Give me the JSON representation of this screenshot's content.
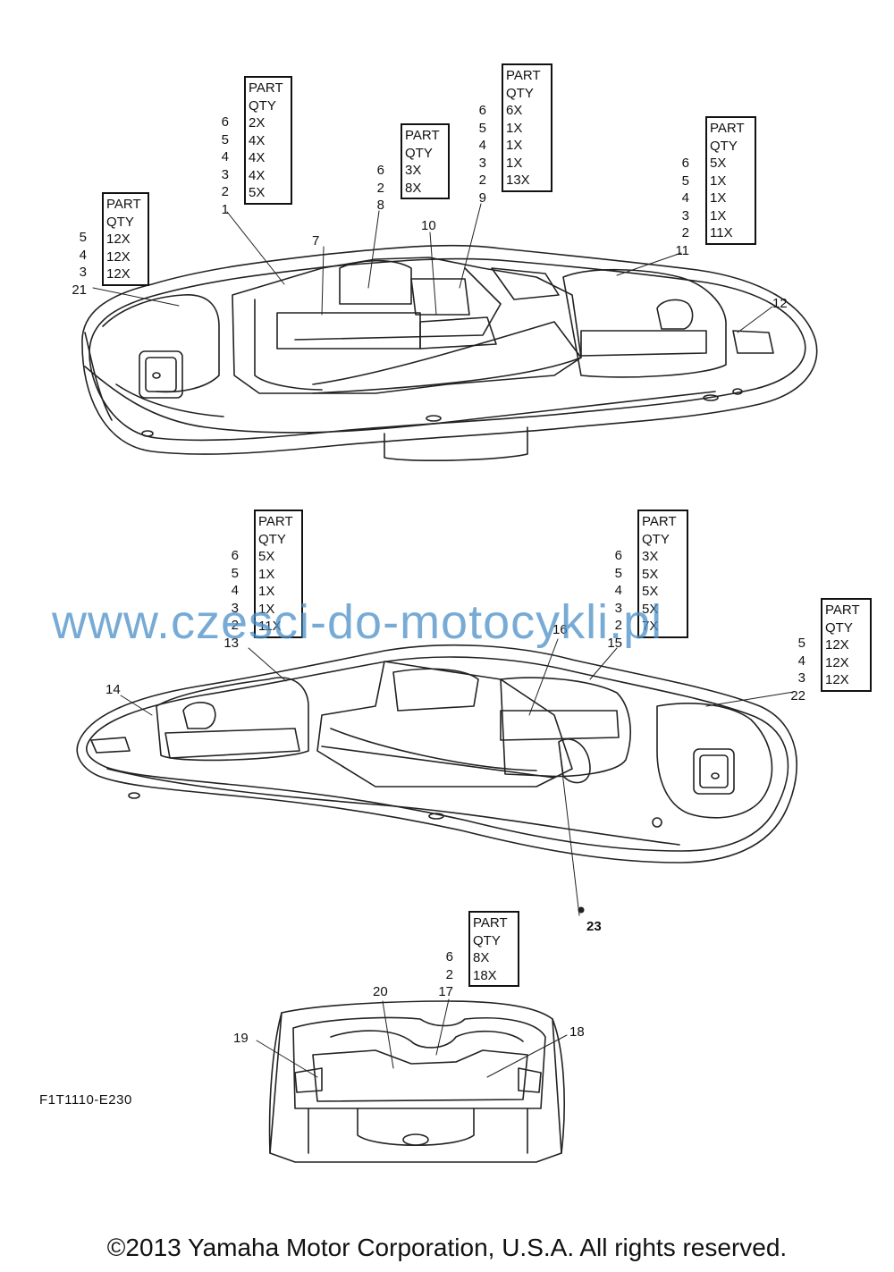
{
  "figure_code": "F1T1110-E230",
  "watermark": "www.czesci-do-motocykli.pl",
  "copyright": "©2013 Yamaha Motor Corporation, U.S.A. All rights reserved.",
  "tables": [
    {
      "id": "t1",
      "header": [
        "PART",
        "QTY"
      ],
      "parts": [
        "5",
        "4",
        "3"
      ],
      "qty": [
        "12X",
        "12X",
        "12X"
      ],
      "callout": "21"
    },
    {
      "id": "t2",
      "header": [
        "PART",
        "QTY"
      ],
      "parts": [
        "6",
        "5",
        "4",
        "3",
        "2"
      ],
      "qty": [
        "2X",
        "4X",
        "4X",
        "4X",
        "5X"
      ],
      "callout": "1"
    },
    {
      "id": "t3",
      "header": [
        "PART",
        "QTY"
      ],
      "parts": [
        "6",
        "2"
      ],
      "qty": [
        "3X",
        "8X"
      ],
      "callout": "8"
    },
    {
      "id": "t4",
      "header": [
        "PART",
        "QTY"
      ],
      "parts": [
        "6",
        "5",
        "4",
        "3",
        "2"
      ],
      "qty": [
        "6X",
        "1X",
        "1X",
        "1X",
        "13X"
      ],
      "callout": "9"
    },
    {
      "id": "t5",
      "header": [
        "PART",
        "QTY"
      ],
      "parts": [
        "6",
        "5",
        "4",
        "3",
        "2"
      ],
      "qty": [
        "5X",
        "1X",
        "1X",
        "1X",
        "11X"
      ],
      "callout": "11"
    },
    {
      "id": "t6",
      "header": [
        "PART",
        "QTY"
      ],
      "parts": [
        "6",
        "5",
        "4",
        "3",
        "2"
      ],
      "qty": [
        "5X",
        "1X",
        "1X",
        "1X",
        "11X"
      ],
      "callout": "13"
    },
    {
      "id": "t7",
      "header": [
        "PART",
        "QTY"
      ],
      "parts": [
        "6",
        "5",
        "4",
        "3",
        "2"
      ],
      "qty": [
        "3X",
        "5X",
        "5X",
        "5X",
        "7X"
      ],
      "callout": "15"
    },
    {
      "id": "t8",
      "header": [
        "PART",
        "QTY"
      ],
      "parts": [
        "5",
        "4",
        "3"
      ],
      "qty": [
        "12X",
        "12X",
        "12X"
      ],
      "callout": "22"
    },
    {
      "id": "t9",
      "header": [
        "PART",
        "QTY"
      ],
      "parts": [
        "6",
        "2"
      ],
      "qty": [
        "8X",
        "18X"
      ],
      "callout": "17"
    }
  ],
  "callouts": {
    "c7": "7",
    "c10": "10",
    "c12": "12",
    "c14": "14",
    "c16": "16",
    "c18": "18",
    "c19": "19",
    "c20": "20",
    "c23": "23"
  }
}
